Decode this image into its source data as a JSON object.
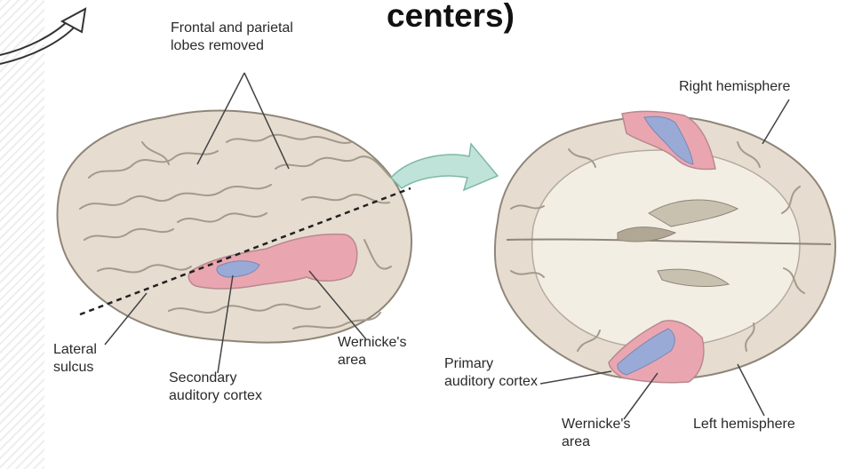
{
  "heading": "centers)",
  "labels": {
    "frontal_parietal": "Frontal and parietal\nlobes removed",
    "right_hemisphere": "Right hemisphere",
    "lateral_sulcus": "Lateral\nsulcus",
    "secondary_auditory": "Secondary\nauditory cortex",
    "wernicke_left": "Wernicke's\narea",
    "primary_auditory": "Primary\nauditory cortex",
    "wernicke_right": "Wernicke's\narea",
    "left_hemisphere": "Left hemisphere"
  },
  "colors": {
    "brain_fill": "#e6ddd0",
    "brain_stroke": "#8f8578",
    "white_matter": "#f3eee4",
    "wernicke_pink": "#eaa6b0",
    "auditory_blue": "#9aaad6",
    "arrow_teal": "#bfe3d8"
  }
}
